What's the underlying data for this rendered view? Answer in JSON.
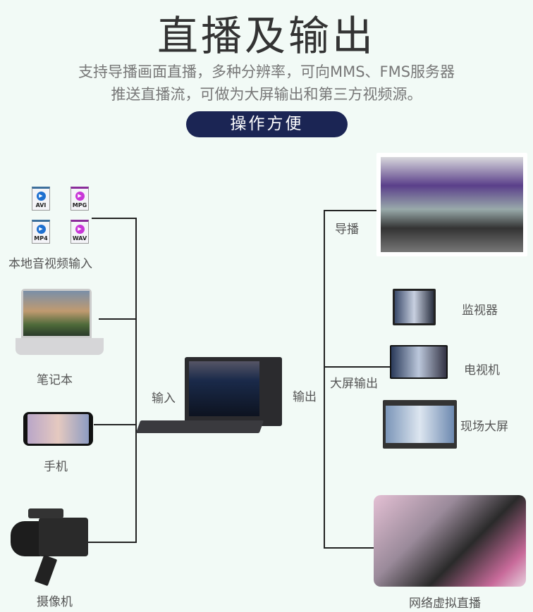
{
  "header": {
    "title": "直播及输出",
    "desc_line1": "支持导播画面直播，多种分辨率，可向MMS、FMS服务器",
    "desc_line2": "推送直播流，可做为大屏输出和第三方视频源。",
    "pill": "操作方便"
  },
  "inputs": {
    "files": [
      "AVI",
      "MPG",
      "MP4",
      "WAV"
    ],
    "local_label": "本地音视频输入",
    "laptop_label": "笔记本",
    "phone_label": "手机",
    "camera_label": "摄像机"
  },
  "center": {
    "input_label": "输入",
    "output_label": "输出"
  },
  "outputs": {
    "director_label": "导播",
    "monitor_label": "监视器",
    "tv_label": "电视机",
    "bigscreen_group_label": "大屏输出",
    "videowall_label": "现场大屏",
    "virtual_live_label": "网络虚拟直播"
  }
}
